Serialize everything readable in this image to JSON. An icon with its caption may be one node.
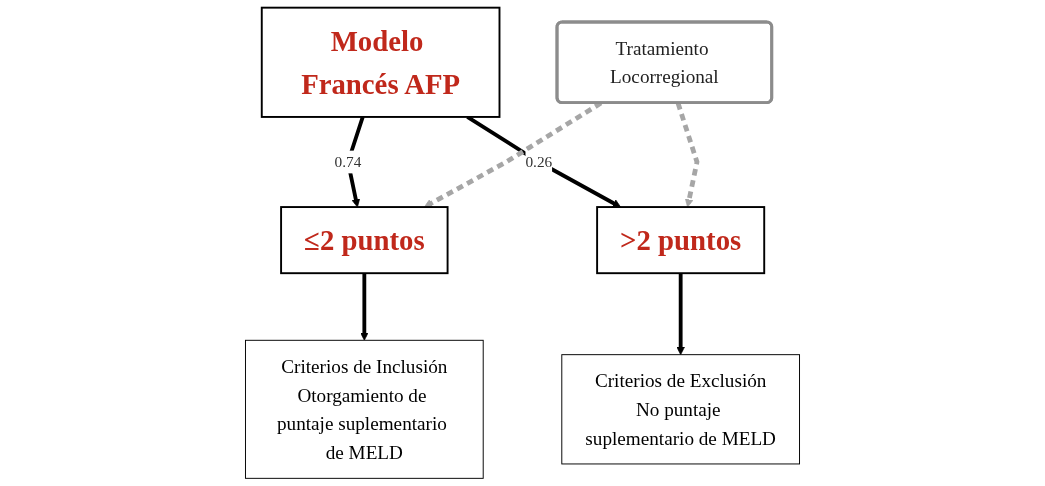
{
  "diagram": {
    "nodes": [
      {
        "text": [
          "Modelo Francés AFP"
        ]
      },
      {
        "text": [
          "≤2 puntos"
        ]
      },
      {
        "text": [
          "Tratamiento Locorregional"
        ]
      },
      {
        "text": [
          ">2 puntos"
        ]
      },
      {
        "text": [
          "Criterios de Inclusión",
          "Otorgamiento de puntaje suplementario de MELD"
        ]
      },
      {
        "text": [
          "Criterios de Exclusión",
          "No puntaje suplementario de MELD"
        ]
      }
    ],
    "edges": [
      {
        "from": 0,
        "to": 1,
        "arrow": "to",
        "label": "0.74"
      },
      {
        "from": 0,
        "to": 3,
        "arrow": "to",
        "label": "0.26"
      },
      {
        "from": 2,
        "to": 1,
        "arrow": "to",
        "style": "dashed",
        "color": "#a6a6a6"
      },
      {
        "from": 2,
        "to": 3,
        "arrow": "to",
        "style": "dashed",
        "color": "#a6a6a6"
      },
      {
        "from": 1,
        "to": 4,
        "arrow": "to"
      },
      {
        "from": 3,
        "to": 5,
        "arrow": "to"
      }
    ]
  }
}
